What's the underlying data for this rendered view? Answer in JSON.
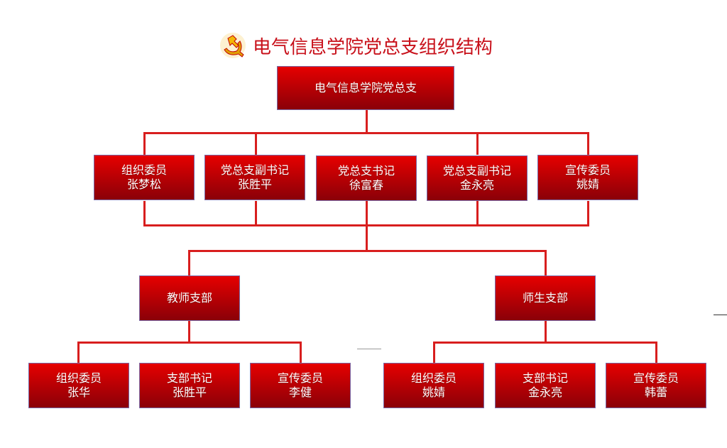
{
  "title": "电气信息学院党总支组织结构",
  "colors": {
    "red": "#d81e1e",
    "title": "#c8101a"
  },
  "root": "电气信息学院党总支",
  "committee": [
    {
      "role": "组织委员",
      "name": "张梦松"
    },
    {
      "role": "党总支副书记",
      "name": "张胜平"
    },
    {
      "role": "党总支书记",
      "name": "徐富春"
    },
    {
      "role": "党总支副书记",
      "name": "金永亮"
    },
    {
      "role": "宣传委员",
      "name": "姚婧"
    }
  ],
  "branches": [
    {
      "name": "教师支部",
      "members": [
        {
          "role": "组织委员",
          "name": "张华"
        },
        {
          "role": "支部书记",
          "name": "张胜平"
        },
        {
          "role": "宣传委员",
          "name": "李健"
        }
      ]
    },
    {
      "name": "师生支部",
      "members": [
        {
          "role": "组织委员",
          "name": "姚婧"
        },
        {
          "role": "支部书记",
          "name": "金永亮"
        },
        {
          "role": "宣传委员",
          "name": "韩蕾"
        }
      ]
    }
  ]
}
